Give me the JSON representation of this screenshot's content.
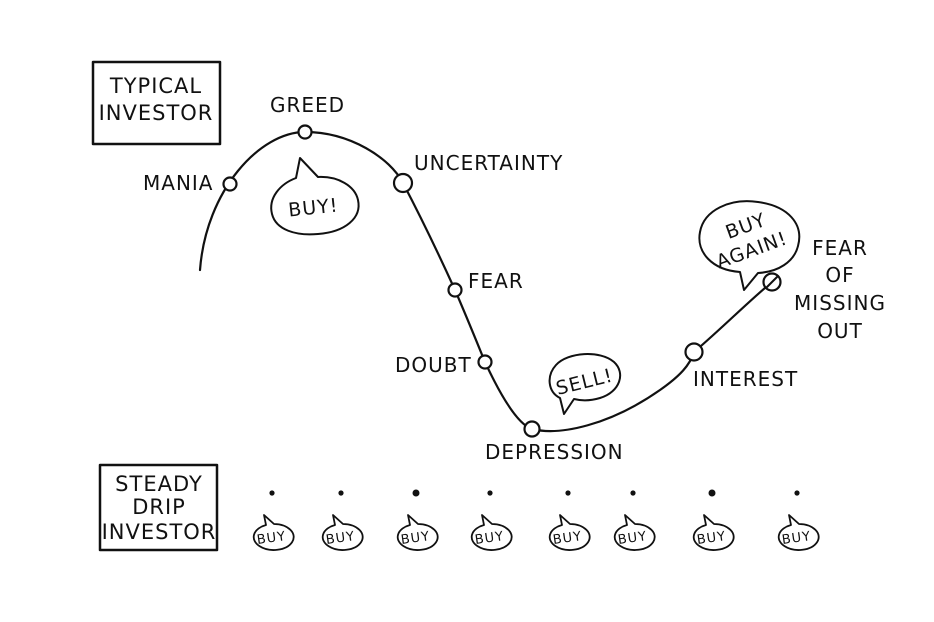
{
  "colors": {
    "ink": "#111111",
    "paper": "#ffffff"
  },
  "typical_investor": {
    "box_lines": [
      "TYPICAL",
      "INVESTOR"
    ],
    "stages": {
      "mania": "MANIA",
      "greed": "GREED",
      "uncertainty": "UNCERTAINTY",
      "fear": "FEAR",
      "doubt": "DOUBT",
      "depression": "DEPRESSION",
      "interest": "INTEREST",
      "fomo_lines": [
        "FEAR",
        "OF",
        "MISSING",
        "OUT"
      ]
    },
    "bubbles": {
      "buy": "BUY!",
      "sell": "SELL!",
      "buy_again_lines": [
        "BUY",
        "AGAIN!"
      ]
    }
  },
  "steady_drip_investor": {
    "box_lines": [
      "STEADY",
      "DRIP",
      "INVESTOR"
    ],
    "buy_bubbles": [
      "BUY",
      "BUY",
      "BUY",
      "BUY",
      "BUY",
      "BUY",
      "BUY",
      "BUY"
    ]
  }
}
